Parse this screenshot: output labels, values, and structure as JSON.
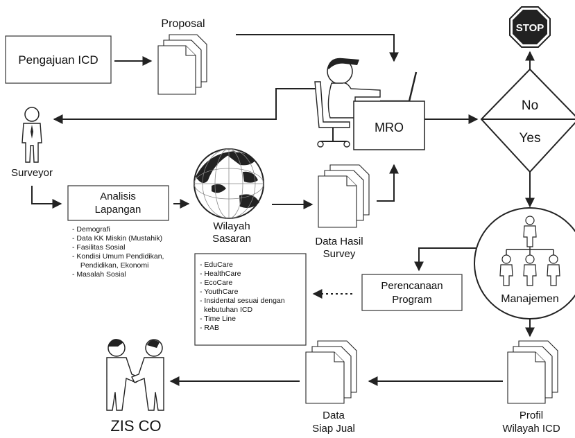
{
  "nodes": {
    "proposal": "Proposal",
    "pengajuan": "Pengajuan ICD",
    "mro": "MRO",
    "stop": "STOP",
    "decision_no": "No",
    "decision_yes": "Yes",
    "surveyor": "Surveyor",
    "analisis_line1": "Analisis",
    "analisis_line2": "Lapangan",
    "wilayah_line1": "Wilayah",
    "wilayah_line2": "Sasaran",
    "data_hasil_line1": "Data Hasil",
    "data_hasil_line2": "Survey",
    "manajemen": "Manajemen",
    "perencanaan_line1": "Perencanaan",
    "perencanaan_line2": "Program",
    "profil_line1": "Profil",
    "profil_line2": "Wilayah ICD",
    "data_siap_line1": "Data",
    "data_siap_line2": "Siap Jual",
    "zis_co": "ZIS CO"
  },
  "analisis_notes": [
    "- Demografi",
    "- Data KK Miskin (Mustahik)",
    "- Fasilitas Sosial",
    "- Kondisi Umum Pendidikan,",
    "  Pendidikan, Ekonomi",
    "- Masalah Sosial"
  ],
  "program_list": [
    "- EduCare",
    "- HealthCare",
    "- EcoCare",
    "- YouthCare",
    "- Insidental sesuai dengan",
    "  kebutuhan ICD",
    "- Time Line",
    "- RAB"
  ]
}
